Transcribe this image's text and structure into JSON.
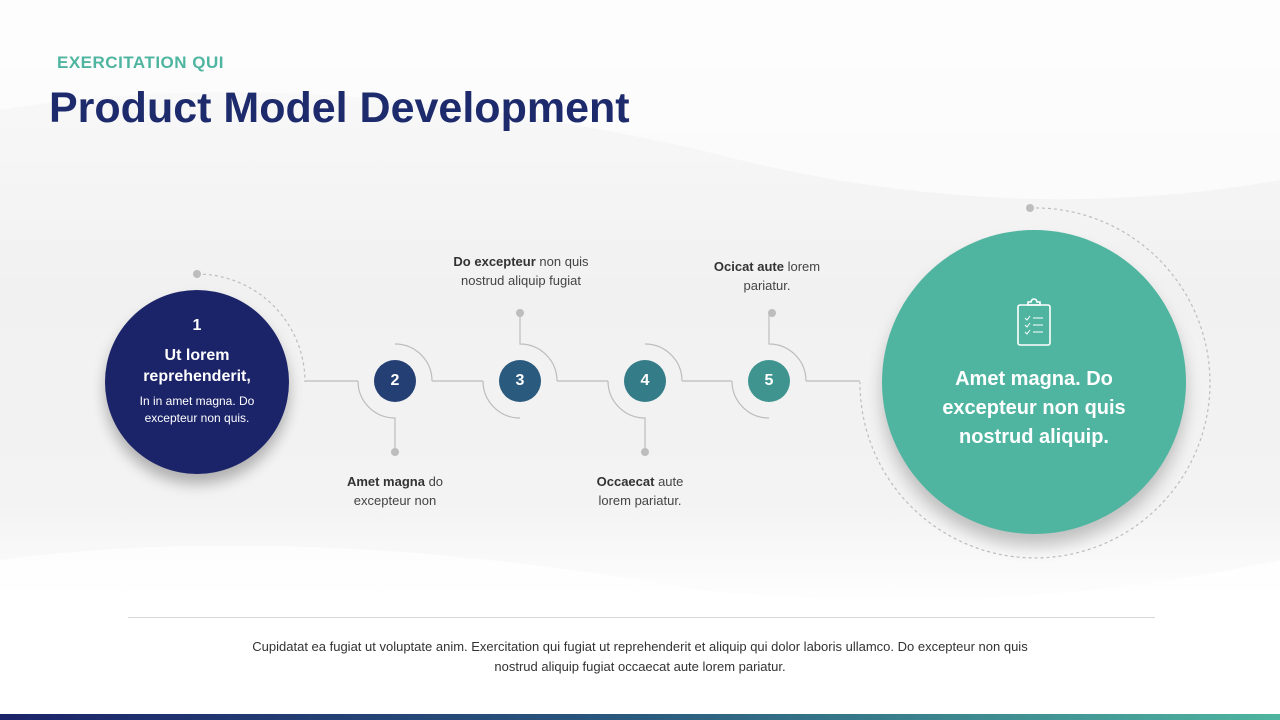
{
  "header": {
    "eyebrow": "EXERCITATION QUI",
    "title": "Product Model Development"
  },
  "steps": [
    {
      "number": "1",
      "title": "Ut lorem reprehenderit,",
      "text": "In in amet magna. Do excepteur non quis.",
      "color": "#1b2369"
    },
    {
      "number": "2",
      "bold": "Amet magna",
      "rest": " do excepteur non",
      "color": "#243f74"
    },
    {
      "number": "3",
      "bold": "Do excepteur",
      "rest": " non quis nostrud aliquip fugiat",
      "color": "#2a5a7e"
    },
    {
      "number": "4",
      "bold": "Occaecat",
      "rest": " aute lorem pariatur.",
      "color": "#357c89"
    },
    {
      "number": "5",
      "bold": "Ocicat aute",
      "rest": " lorem pariatur.",
      "color": "#3f9490"
    }
  ],
  "result": {
    "icon": "clipboard-checklist-icon",
    "text": "Amet magna. Do excepteur non quis nostrud aliquip.",
    "color": "#4fb5a0"
  },
  "footer": {
    "text": "Cupidatat ea fugiat ut voluptate anim. Exercitation qui fugiat ut reprehenderit  et aliquip qui dolor laboris ullamco. Do excepteur non quis nostrud aliquip fugiat occaecat aute lorem pariatur."
  }
}
